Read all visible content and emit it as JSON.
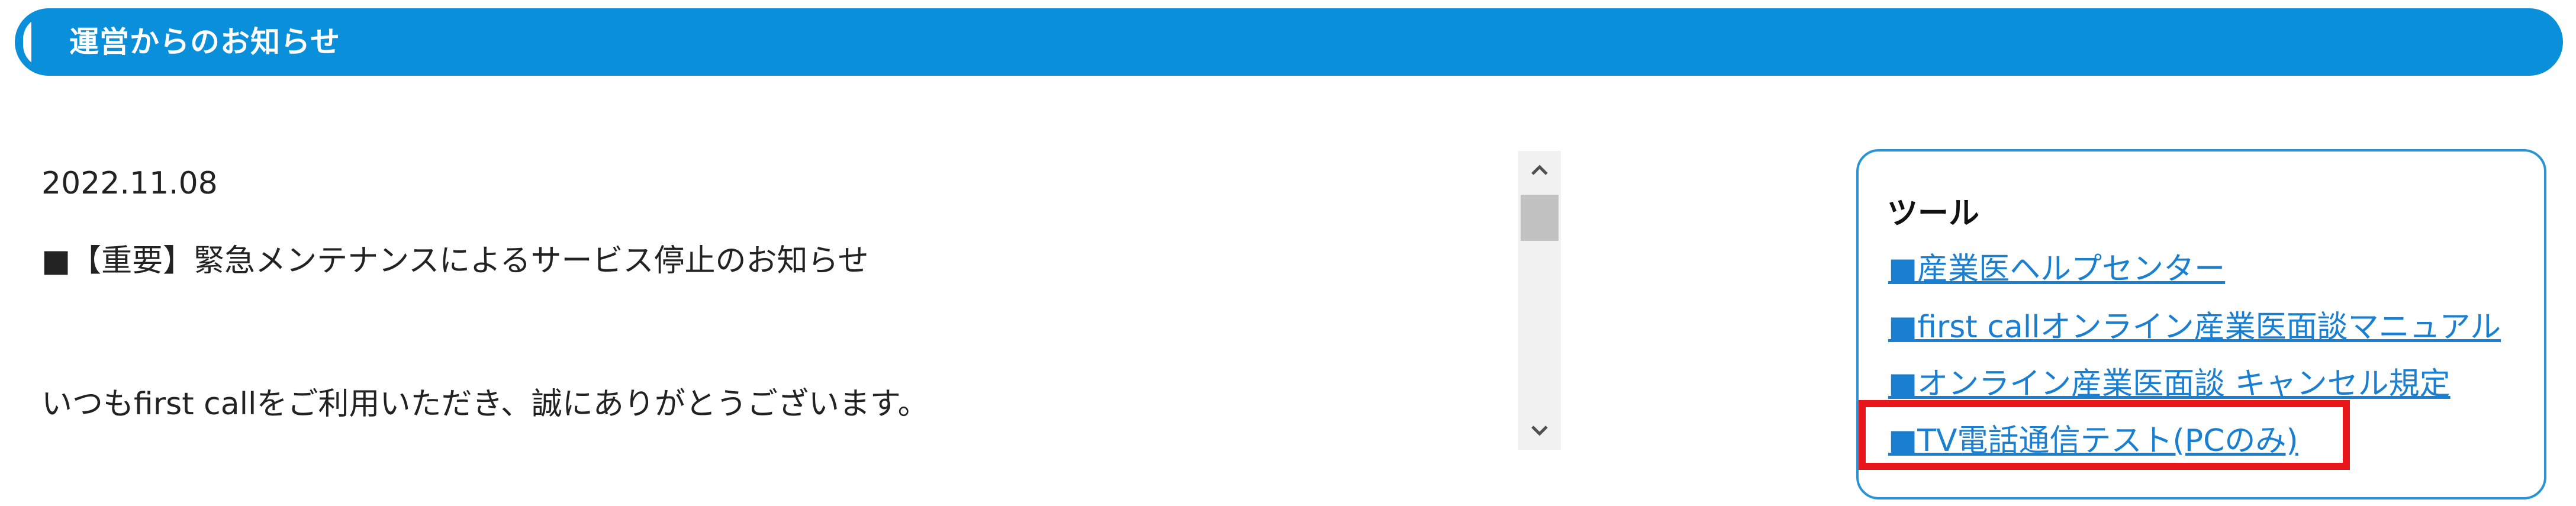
{
  "header": {
    "title": "運営からのお知らせ",
    "color": "#0a8fdb"
  },
  "news": {
    "date": "2022.11.08",
    "title": "■【重要】緊急メンテナンスによるサービス停止のお知らせ",
    "body": "いつもfirst callをご利用いただき、誠にありがとうございます。"
  },
  "scrollbar": {
    "up_icon": "▲",
    "down_icon": "▼"
  },
  "tools": {
    "title": "ツール",
    "links": [
      "■産業医ヘルプセンター",
      "■first callオンライン産業医面談マニュアル",
      "■オンライン産業医面談 キャンセル規定",
      "■TV電話通信テスト(PCのみ)"
    ],
    "link_color": "#1a7fd1",
    "highlight_color": "#e8151b"
  }
}
